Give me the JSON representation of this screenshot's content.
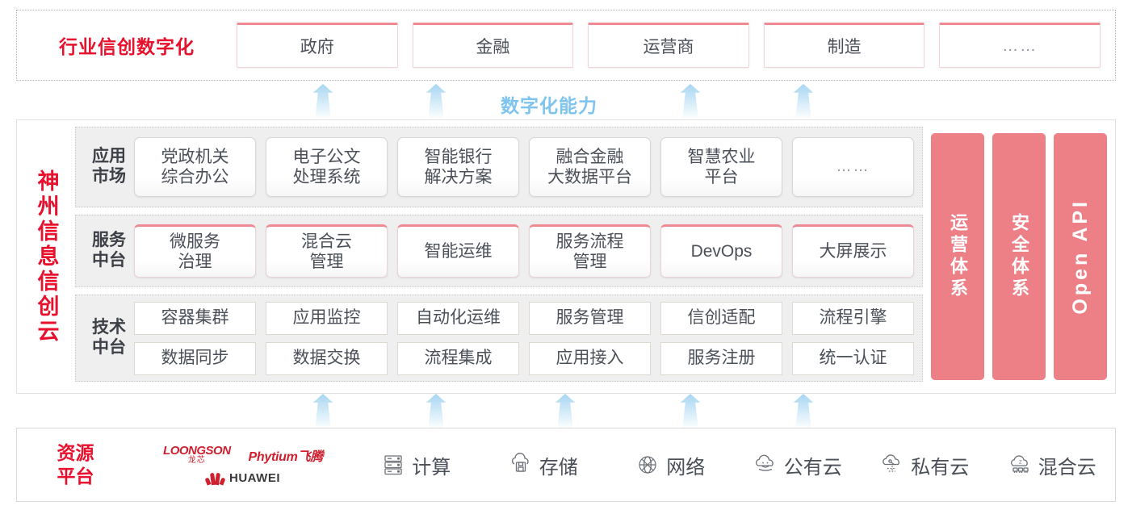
{
  "industry": {
    "title": "行业信创数字化",
    "boxes": [
      {
        "label": "政府"
      },
      {
        "label": "金融"
      },
      {
        "label": "运营商"
      },
      {
        "label": "制造"
      },
      {
        "label": "……"
      }
    ]
  },
  "capability": {
    "label": "数字化能力",
    "arrow_count_top": 4,
    "arrow_count_bottom": 5,
    "arrow_color": "#a7d6f2"
  },
  "cloud": {
    "title": "神州信息信创云",
    "layers": [
      {
        "label": "应用\n市场",
        "label_line1": "应用",
        "label_line2": "市场",
        "cells": [
          {
            "line1": "党政机关",
            "line2": "综合办公"
          },
          {
            "line1": "电子公文",
            "line2": "处理系统"
          },
          {
            "line1": "智能银行",
            "line2": "解决方案"
          },
          {
            "line1": "融合金融",
            "line2": "大数据平台"
          },
          {
            "line1": "智慧农业",
            "line2": "平台"
          },
          {
            "line1": "……",
            "line2": ""
          }
        ]
      },
      {
        "label_line1": "服务",
        "label_line2": "中台",
        "cells": [
          {
            "line1": "微服务",
            "line2": "治理"
          },
          {
            "line1": "混合云",
            "line2": "管理"
          },
          {
            "line1": "智能运维",
            "line2": ""
          },
          {
            "line1": "服务流程",
            "line2": "管理"
          },
          {
            "line1": "DevOps",
            "line2": ""
          },
          {
            "line1": "大屏展示",
            "line2": ""
          }
        ]
      },
      {
        "label_line1": "技术",
        "label_line2": "中台",
        "row1": [
          "容器集群",
          "应用监控",
          "自动化运维",
          "服务管理",
          "信创适配",
          "流程引擎"
        ],
        "row2": [
          "数据同步",
          "数据交换",
          "流程集成",
          "应用接入",
          "服务注册",
          "统一认证"
        ]
      }
    ],
    "pillars": [
      {
        "label": "运营体系",
        "color": "#ed8087"
      },
      {
        "label": "安全体系",
        "color": "#ed8087"
      },
      {
        "label": "Open API",
        "color": "#ed8087"
      }
    ]
  },
  "resource": {
    "title_line1": "资源",
    "title_line2": "平台",
    "vendors": [
      {
        "name": "LOONGSON",
        "cn": "龙芯"
      },
      {
        "name": "Phytium飞腾"
      },
      {
        "name": "HUAWEI"
      }
    ],
    "items": [
      {
        "label": "计算",
        "icon": "server-icon"
      },
      {
        "label": "存储",
        "icon": "cloud-storage-icon"
      },
      {
        "label": "网络",
        "icon": "network-icon"
      },
      {
        "label": "公有云",
        "icon": "public-cloud-icon"
      },
      {
        "label": "私有云",
        "icon": "private-cloud-icon"
      },
      {
        "label": "混合云",
        "icon": "hybrid-cloud-icon"
      }
    ]
  },
  "colors": {
    "brand_red": "#e8112d",
    "pink": "#ed8087",
    "arrow_blue": "#a7d6f2",
    "band_gray": "#efefef"
  }
}
